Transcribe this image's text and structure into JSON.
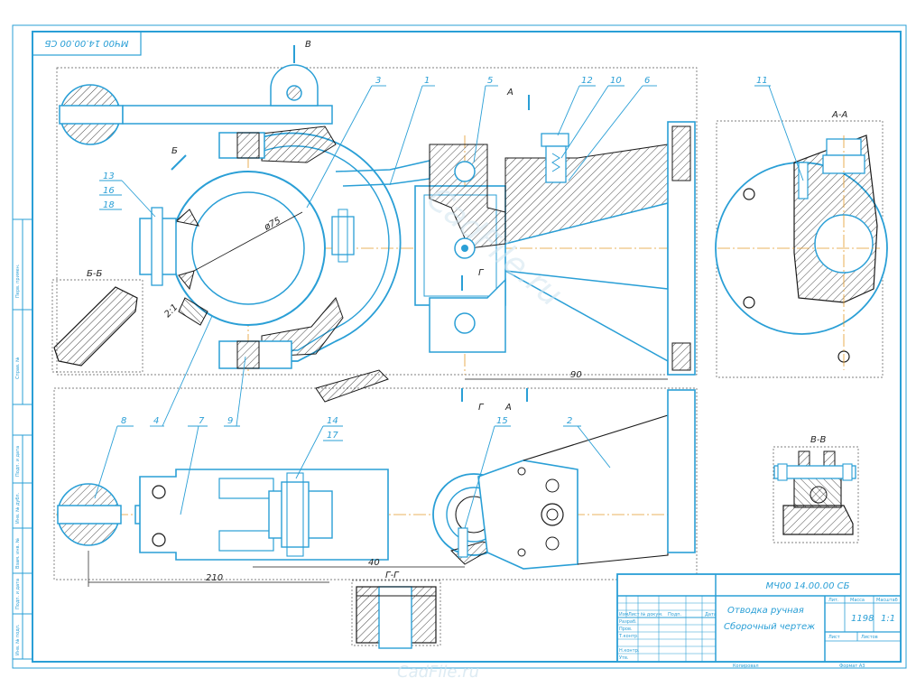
{
  "drawing": {
    "code_rotated": "МЧ00 14.00.00 СБ",
    "hatch_color": "#1a1a1a",
    "line_color": "#2a9fd6",
    "axis_color": "#e39b2b"
  },
  "title_block": {
    "code": "МЧ00 14.00.00 СБ",
    "name_line1": "Отводка ручная",
    "name_line2": "Сборочный чертеж",
    "mass": "1198",
    "scale": "1:1",
    "col_lit": "Лит.",
    "col_mass": "Масса",
    "col_scale": "Масштаб",
    "col_sheet": "Лист",
    "col_sheets": "Листов",
    "col_change": "Изм.",
    "col_list": "Лист",
    "col_doc": "№ докум.",
    "col_sign": "Подп.",
    "col_date": "Дата",
    "role_dev": "Разраб.",
    "role_check": "Пров.",
    "role_tcontr": "Т.контр.",
    "role_ncontr": "Н.контр.",
    "role_appr": "Утв.",
    "copied": "Копировал",
    "format": "Формат A3"
  },
  "side_strip": {
    "perv_primen": "Перв. примен.",
    "sprav": "Справ. №",
    "podp_data1": "Подп. и дата",
    "inv_dubl": "Инв. № дубл.",
    "vzam_inv": "Взам. инв. №",
    "podp_data2": "Подп. и дата",
    "inv_podl": "Инв. № подл."
  },
  "views": {
    "section_aa": "А-А",
    "section_bb": "Б-Б",
    "section_vv": "В-В",
    "section_gg": "Г-Г",
    "cut_a": "А",
    "cut_b": "Б",
    "cut_v": "В",
    "cut_g": "Г"
  },
  "dimensions": {
    "d_diam": "ø75",
    "d_left": "210",
    "d_mid": "40",
    "d_right": "90",
    "d_small": "2:1"
  },
  "callouts": {
    "c1": "1",
    "c2": "2",
    "c3": "3",
    "c4": "4",
    "c5": "5",
    "c6": "6",
    "c7": "7",
    "c8": "8",
    "c9": "9",
    "c10": "10",
    "c11": "11",
    "c12": "12",
    "c13": "13",
    "c14": "14",
    "c15": "15",
    "c16": "16",
    "c17": "17",
    "c18": "18"
  },
  "watermark": "CadFile.ru"
}
